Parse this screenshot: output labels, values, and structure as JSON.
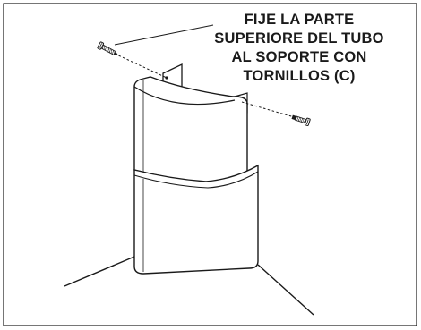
{
  "instruction": {
    "lines": [
      "FIJE LA PARTE",
      "SUPERIORE DEL TUBO",
      "AL SOPORTE CON",
      "TORNILLOS (C)"
    ]
  },
  "colors": {
    "line": "#1a1a1a",
    "paper": "#ffffff"
  },
  "parts": {
    "left_screw_icon": "screw-icon",
    "right_screw_icon": "screw-icon"
  }
}
